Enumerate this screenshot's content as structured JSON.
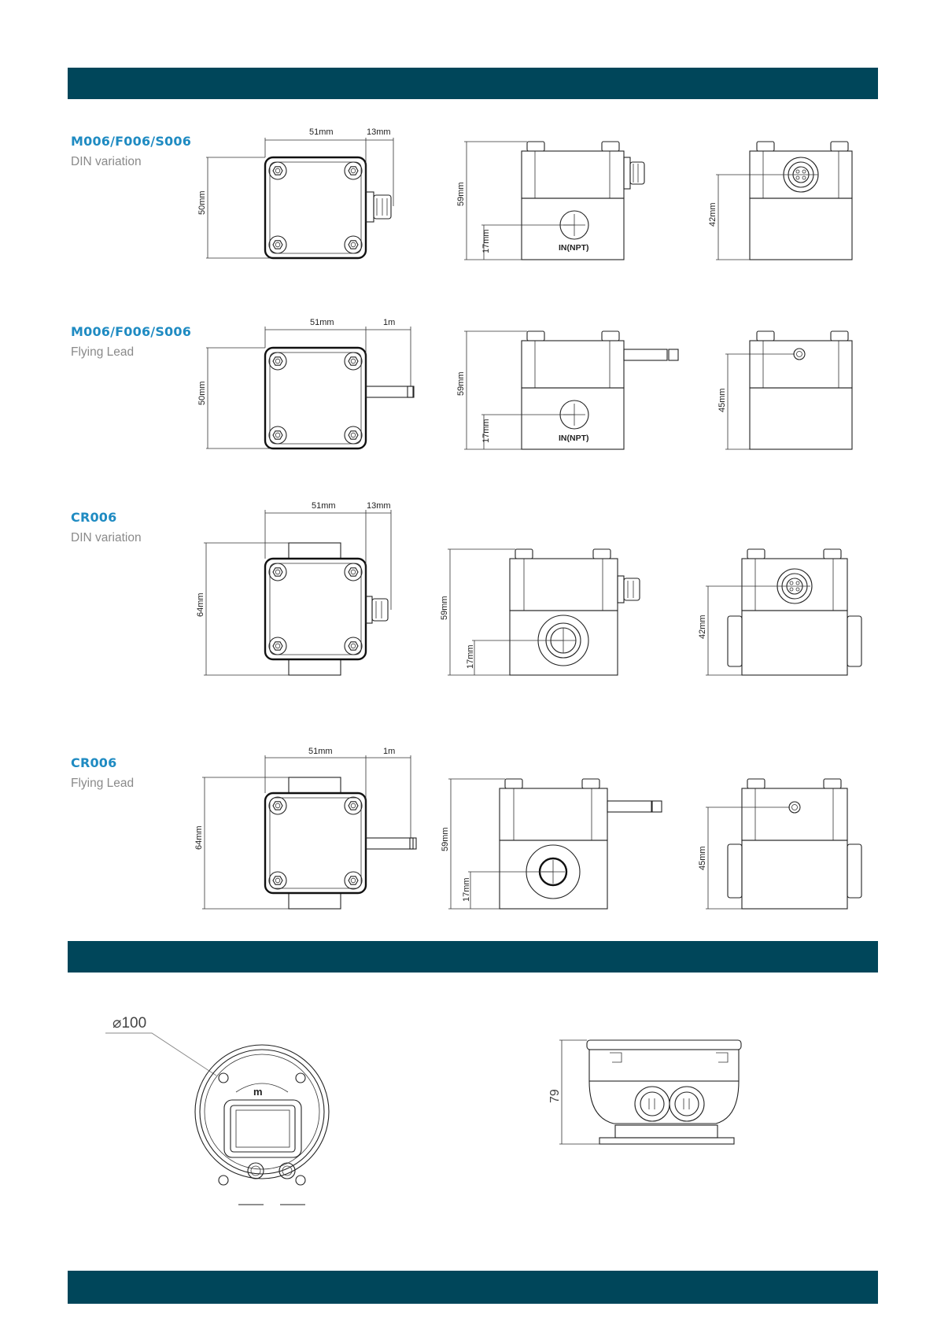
{
  "colors": {
    "bar": "#00465a",
    "model": "#1f8bc2",
    "variant": "#8a8a8a"
  },
  "rows": [
    {
      "model": "M006/F006/S006",
      "variant": "DIN variation",
      "top": {
        "width": "51mm",
        "ext": "13mm",
        "height": "50mm"
      },
      "side": {
        "height": "59mm",
        "port": "17mm",
        "inlet": "IN(NPT)"
      },
      "end": {
        "height": "42mm"
      }
    },
    {
      "model": "M006/F006/S006",
      "variant": "Flying Lead",
      "top": {
        "width": "51mm",
        "ext": "1m",
        "height": "50mm"
      },
      "side": {
        "height": "59mm",
        "port": "17mm",
        "inlet": "IN(NPT)"
      },
      "end": {
        "height": "45mm"
      }
    },
    {
      "model": "CR006",
      "variant": "DIN variation",
      "top": {
        "width": "51mm",
        "ext": "13mm",
        "height": "64mm"
      },
      "side": {
        "height": "59mm",
        "port": "17mm"
      },
      "end": {
        "height": "42mm"
      }
    },
    {
      "model": "CR006",
      "variant": "Flying Lead",
      "top": {
        "width": "51mm",
        "ext": "1m",
        "height": "64mm"
      },
      "side": {
        "height": "59mm",
        "port": "17mm"
      },
      "end": {
        "height": "45mm"
      }
    }
  ],
  "display": {
    "diameter": "⌀100",
    "height": "79"
  }
}
